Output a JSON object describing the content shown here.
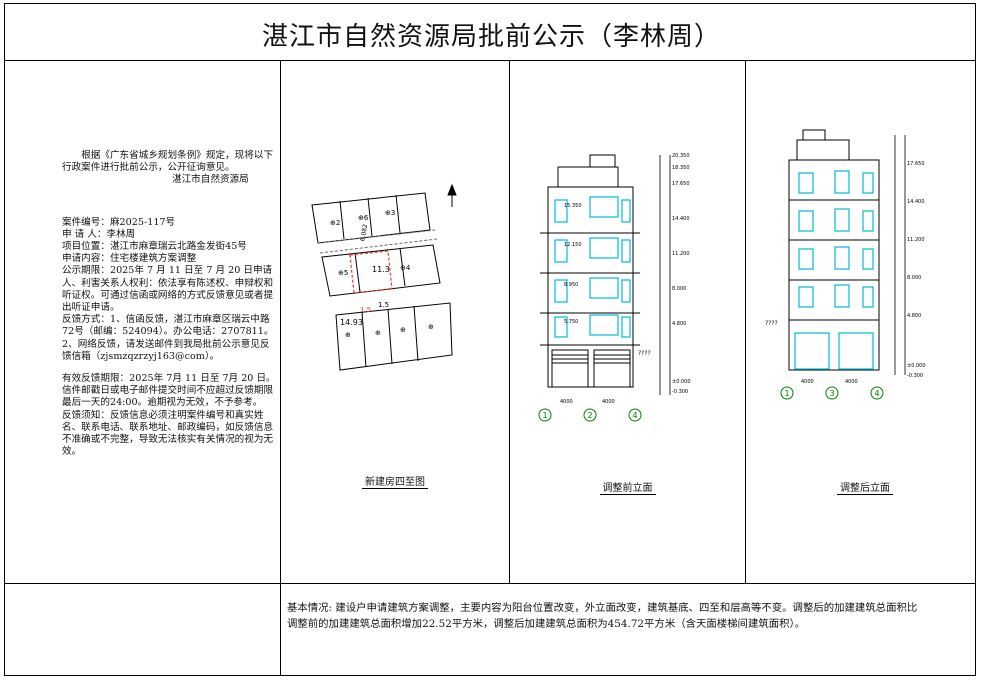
{
  "header": {
    "title": "湛江市自然资源局批前公示（李林周）"
  },
  "notice": {
    "intro": "根据《广东省城乡规划条例》规定，现将以下行政案件进行批前公示，公开征询意见。",
    "issuer": "湛江市自然资源局",
    "case_no": "案件编号：麻2025-117号",
    "applicant": "申 请 人：李林周",
    "location": "项目位置：湛江市麻章瑞云北路金发街45号",
    "content": "申请内容：住宅楼建筑方案调整",
    "period": "公示期限：2025年 7 月 11 日至  7 月 20 日申请人、利害关系人权利：依法享有陈述权、申辩权和听证权。可通过信函或网络的方式反馈意见或者提出听证申请。",
    "method1": "反馈方式：1、信函反馈，湛江市麻章区瑞云中路72号（邮编：524094）。办公电话：2707811。",
    "method2": "2、网络反馈，请发送邮件到我局批前公示意见反馈信箱（zjsmzqzrzyj163@com）。",
    "valid": "有效反馈期限：2025年 7月 11 日至 7月 20 日。信件邮戳日或电子邮件提交时间不应超过反馈期限最后一天的24:00。逾期视为无效，不予参考。",
    "guide": "反馈须知：反馈信息必须注明案件编号和真实姓名、联系电话、联系地址、邮政编码，如反馈信息不准确或不完整，导致无法核实有关情况的视为无效。"
  },
  "site_plan": {
    "caption": "新建房四至图",
    "dim_width": "14.93",
    "dim_depth": "11.3",
    "setback_a": "1.5",
    "setback_b": "1.5",
    "road_label": "6.082"
  },
  "elev_before": {
    "caption": "调整前立面",
    "levels": [
      "20.350",
      "18.350",
      "17.650",
      "14.400",
      "11.200",
      "8.000",
      "4.800",
      "±0.000",
      "-0.300"
    ],
    "floor_labels": [
      "15.350",
      "12.150",
      "8.950",
      "5.750"
    ],
    "widths": [
      "4000",
      "4000"
    ],
    "axes": [
      "1",
      "2",
      "4"
    ],
    "note": "????"
  },
  "elev_after": {
    "caption": "调整后立面",
    "levels": [
      "17.650",
      "14.400",
      "11.200",
      "8.000",
      "4.800",
      "±0.000",
      "-0.300"
    ],
    "widths": [
      "4000",
      "4000"
    ],
    "axes": [
      "1",
      "3",
      "4"
    ],
    "note": "????"
  },
  "basic": {
    "text": "基本情况:    建设户申请建筑方案调整，主要内容为阳台位置改变，外立面改变，建筑基底、四至和层高等不变。调整后的加建建筑总面积比调整前的加建建筑总面积增加22.52平方米，调整后加建建筑总面积为454.72平方米（含天面楼梯间建筑面积）。"
  },
  "colors": {
    "facade": "#00bcd4",
    "plot": "#e53935",
    "hatch": "#555555"
  }
}
